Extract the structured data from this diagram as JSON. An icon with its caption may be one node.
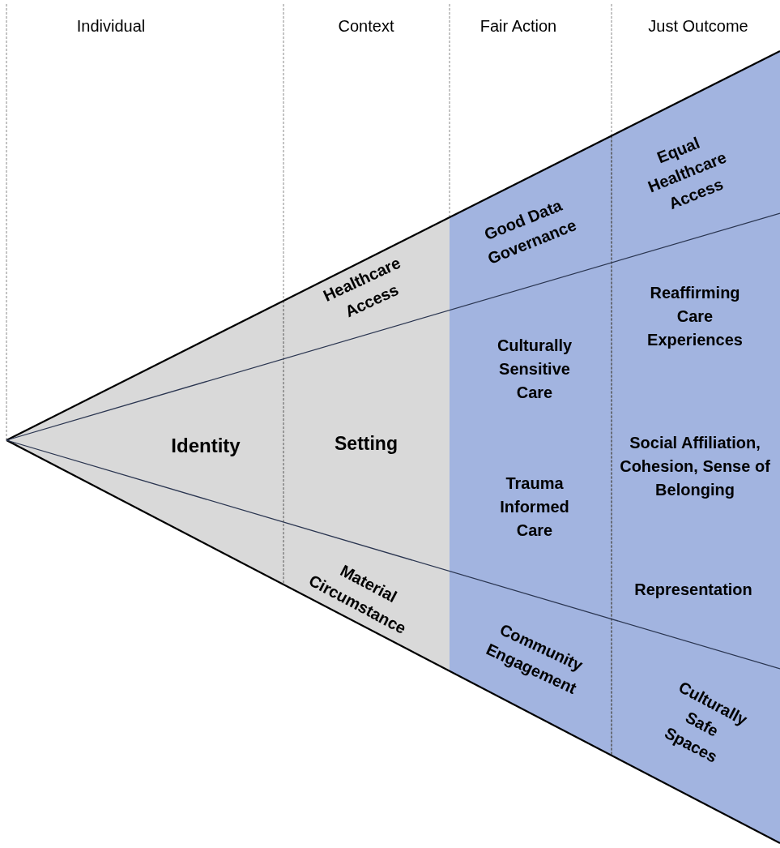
{
  "diagram": {
    "labels": [
      "Individual",
      "Context",
      "Fair Action",
      "Just Outcome",
      "Equal Healthcare Access",
      "Good Data Governance",
      "Healthcare Access",
      "Reaffirming Care Experiences",
      "Culturally Sensitive Care",
      "Identity",
      "Setting",
      "Social Affiliation, Cohesion, Sense of Belonging",
      "Trauma Informed Care",
      "Representation",
      "Material Circumstance",
      "Community Engagement",
      "Culturally Safe Spaces"
    ]
  }
}
